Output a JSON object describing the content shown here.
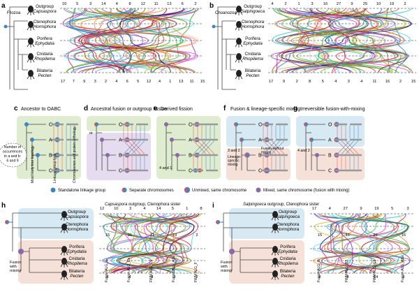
{
  "panel_a": {
    "letter": "a",
    "clade_label": "Filozoa",
    "rows": [
      {
        "group": "Outgroup",
        "species": "Capsaspora"
      },
      {
        "group": "Ctenophora",
        "species": "Hormiphora"
      },
      {
        "group": "Porifera",
        "species": "Ephydatia"
      },
      {
        "group": "Cnidaria",
        "species": "Rhopilema"
      },
      {
        "group": "Bilateria",
        "species": "Pecten"
      }
    ],
    "top_numbers": [
      "10",
      "5",
      "3",
      "14",
      "4",
      "8",
      "12",
      "11",
      "13",
      "6",
      "2"
    ],
    "bottom_numbers": [
      "17",
      "7",
      "9",
      "3",
      "2",
      "4",
      "6",
      "5",
      "12",
      "4",
      "1",
      "13",
      "11",
      "15"
    ]
  },
  "panel_b": {
    "letter": "b",
    "clade_label": "Choanozoa",
    "rows": [
      {
        "group": "Outgroup",
        "species": "Salpingoeca"
      },
      {
        "group": "Ctenophora",
        "species": "Hormiphora"
      },
      {
        "group": "Porifera",
        "species": "Ephydatia"
      },
      {
        "group": "Cnidaria",
        "species": "Rhopilema"
      },
      {
        "group": "Bilateria",
        "species": "Pecten"
      }
    ],
    "top_numbers": [
      "4",
      "2",
      "1",
      "3",
      "16",
      "27",
      "9",
      "25",
      "10",
      "19",
      "2"
    ],
    "bottom_numbers": [
      "17",
      "9",
      "2",
      "8",
      "5",
      "4",
      "3",
      "4",
      "11",
      "16",
      "2",
      "15"
    ]
  },
  "panel_c": {
    "letter": "c",
    "title": "Ancestor to OABC",
    "tips": [
      "O",
      "A",
      "B",
      "C"
    ],
    "bubble": "Number of occurrences in a and b: 6 and 9",
    "rot_labels": [
      "Most likely tree topology",
      "Linkage group type",
      "Chromosomes and protein orthology"
    ]
  },
  "panel_d": {
    "letter": "d",
    "title": "Ancestral fusion or outgroup fission",
    "tips": [
      "O",
      "A",
      "B",
      "C"
    ],
    "note": "or"
  },
  "panel_e": {
    "letter": "e",
    "title": "Derived fission",
    "tips": [
      "O",
      "A",
      "B",
      "C"
    ],
    "counts": "4 and 1"
  },
  "panel_f": {
    "letter": "f",
    "title": "Fusion & lineage-specific mixing",
    "tips": [
      "O",
      "A",
      "B",
      "C"
    ],
    "counts": "3 and 2",
    "lineage_label": "Lineage-specific mixing",
    "fusion_label": "Fusion without mixing"
  },
  "panel_g": {
    "letter": "g",
    "title": "Irreversible fusion-with-mixing",
    "tips": [
      "O",
      "A",
      "B",
      "C"
    ],
    "counts": "4 and 2"
  },
  "legend": [
    {
      "label": "Standalone linkage group",
      "icon": "blue-dot"
    },
    {
      "label": "Separate chromosomes",
      "icon": "red-blue-split"
    },
    {
      "label": "Unmixed, same chromosome",
      "icon": "red-blue-ring"
    },
    {
      "label": "Mixed, same chromosome (fusion with mixing)",
      "icon": "purple-dot"
    }
  ],
  "panel_h": {
    "letter": "h",
    "title_italic": "Capsaspora",
    "title_rest": " outgroup, Ctenophora sister",
    "rows": [
      {
        "group": "Outgroup",
        "species": "Capsaspora"
      },
      {
        "group": "Ctenophora",
        "species": "Hormiphora"
      },
      {
        "group": "Porifera",
        "species": "Ephydatia"
      },
      {
        "group": "Cnidaria",
        "species": "Rhopilema"
      },
      {
        "group": "Bilateria",
        "species": "Pecten"
      }
    ],
    "fusion_label": "Fusion with mixing",
    "top_numbers": [
      "12",
      "10",
      "3",
      "4",
      "14",
      "5",
      "1",
      "8"
    ],
    "mid_numbers": [
      "15",
      "21",
      "11",
      "19",
      "2"
    ],
    "bottom_numbers": [
      "8",
      "4",
      "4",
      "3",
      "2"
    ],
    "columns": [
      "Fusion ALG_G",
      "Fusion ALG_Ea",
      "FWM ALG_C1",
      "Fusion ALG_A1a",
      "FWM ALG_F"
    ]
  },
  "panel_i": {
    "letter": "i",
    "title_italic": "Salpingoeca",
    "title_rest": " outgroup, Ctenophora sister",
    "rows": [
      {
        "group": "Outgroup",
        "species": "Salpingoeca"
      },
      {
        "group": "Ctenophora",
        "species": "Hormiphora"
      },
      {
        "group": "Porifera",
        "species": "Ephydatia"
      },
      {
        "group": "Cnidaria",
        "species": "Rhopilema"
      },
      {
        "group": "Bilateria",
        "species": "Pecten"
      }
    ],
    "fusion_label": "Fusion with mixing",
    "top_numbers": [
      "17",
      "4",
      "27",
      "9",
      "19",
      "5",
      "3"
    ],
    "mid_numbers": [
      "15",
      "11",
      "21",
      "16"
    ],
    "bottom_numbers": [
      "8",
      "4",
      "14",
      "3"
    ],
    "columns": [
      "Fusion ALG_G",
      "FWM ALG_B3",
      "FWM ALG_C1",
      "Fusion ALG_A1a"
    ]
  },
  "colors": {
    "green_bg": "#dfeccf",
    "blue_bg": "#d7e9f3",
    "purple_bg": "#e6dcef",
    "pink_bg": "#f6e1d9",
    "blue": "#3b86c6",
    "red": "#e0524a",
    "purple": "#8a6aa6"
  }
}
